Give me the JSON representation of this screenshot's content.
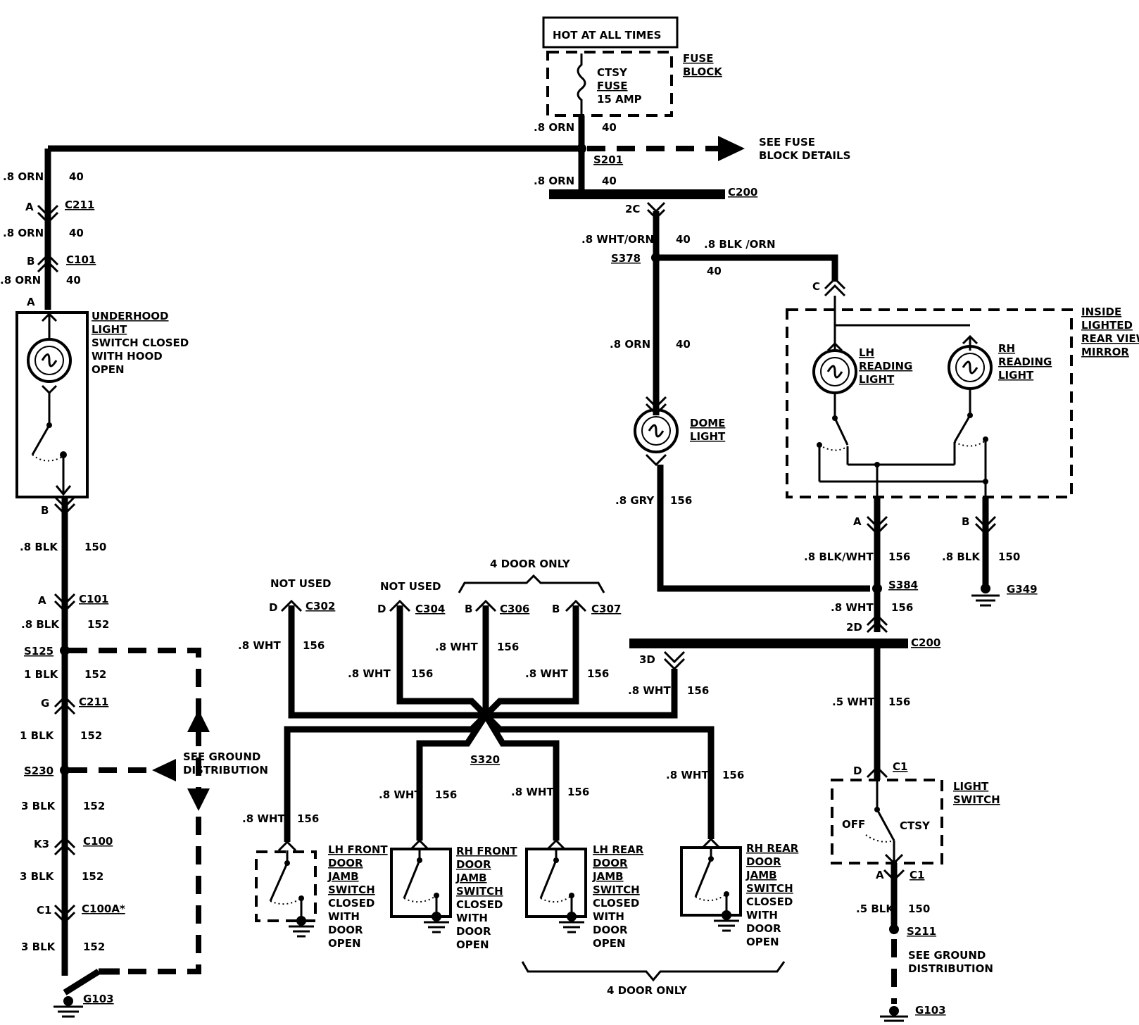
{
  "title_box": "HOT AT ALL TIMES",
  "fuse": {
    "name_lines": [
      "CTSY",
      "FUSE",
      "15 AMP"
    ],
    "block_label_lines": [
      "FUSE",
      "BLOCK"
    ]
  },
  "see_fuse_block": [
    "SEE FUSE",
    "BLOCK DETAILS"
  ],
  "see_ground_left": [
    "SEE GROUND",
    "DISTRIBUTION"
  ],
  "see_ground_right": [
    "SEE GROUND",
    "DISTRIBUTION"
  ],
  "wires": {
    "orn_08": ".8 ORN",
    "c40": "40",
    "wht_orn": ".8 WHT/ORN",
    "blk_orn": ".8 BLK /ORN",
    "gry": ".8 GRY",
    "c156": "156",
    "blk_wht": ".8 BLK/WHT",
    "blk_08": ".8 BLK",
    "c150": "150",
    "wht_08": ".8 WHT",
    "wht_05": ".5 WHT",
    "blk_05": ".5 BLK",
    "c152": "152",
    "blk_1": "1 BLK",
    "blk_3": "3 BLK"
  },
  "splices": {
    "s201": "S201",
    "s378": "S378",
    "s384": "S384",
    "s125": "S125",
    "s230": "S230",
    "s320": "S320",
    "s211": "S211"
  },
  "connectors": {
    "c200": "C200",
    "c211": "C211",
    "c101": "C101",
    "c100": "C100",
    "c100a": "C100A*",
    "c302": "C302",
    "c304": "C304",
    "c306": "C306",
    "c307": "C307",
    "c1": "C1"
  },
  "pins": {
    "a": "A",
    "b": "B",
    "c": "C",
    "d": "D",
    "g": "G",
    "k3": "K3",
    "c1": "C1",
    "p2c": "2C",
    "p2d": "2D",
    "p3d": "3D"
  },
  "grounds": {
    "g103": "G103",
    "g349": "G349"
  },
  "components": {
    "underhood": [
      "UNDERHOOD",
      "LIGHT",
      "SWITCH CLOSED",
      "WITH HOOD",
      "OPEN"
    ],
    "dome": [
      "DOME",
      "LIGHT"
    ],
    "mirror": [
      "INSIDE",
      "LIGHTED",
      "REAR VIEW",
      "MIRROR"
    ],
    "lh_reading": [
      "LH",
      "READING",
      "LIGHT"
    ],
    "rh_reading": [
      "RH",
      "READING",
      "LIGHT"
    ],
    "light_switch": [
      "LIGHT",
      "SWITCH"
    ],
    "off": "OFF",
    "ctsy": "CTSY",
    "lh_front": [
      "LH FRONT",
      "DOOR",
      "JAMB",
      "SWITCH",
      "CLOSED",
      "WITH",
      "DOOR",
      "OPEN"
    ],
    "rh_front": [
      "RH FRONT",
      "DOOR",
      "JAMB",
      "SWITCH",
      "CLOSED",
      "WITH",
      "DOOR",
      "OPEN"
    ],
    "lh_rear": [
      "LH REAR",
      "DOOR",
      "JAMB",
      "SWITCH",
      "CLOSED",
      "WITH",
      "DOOR",
      "OPEN"
    ],
    "rh_rear": [
      "RH REAR",
      "DOOR",
      "JAMB",
      "SWITCH",
      "CLOSED",
      "WITH",
      "DOOR",
      "OPEN"
    ]
  },
  "notes": {
    "not_used": "NOT USED",
    "four_door_only": "4 DOOR ONLY"
  }
}
